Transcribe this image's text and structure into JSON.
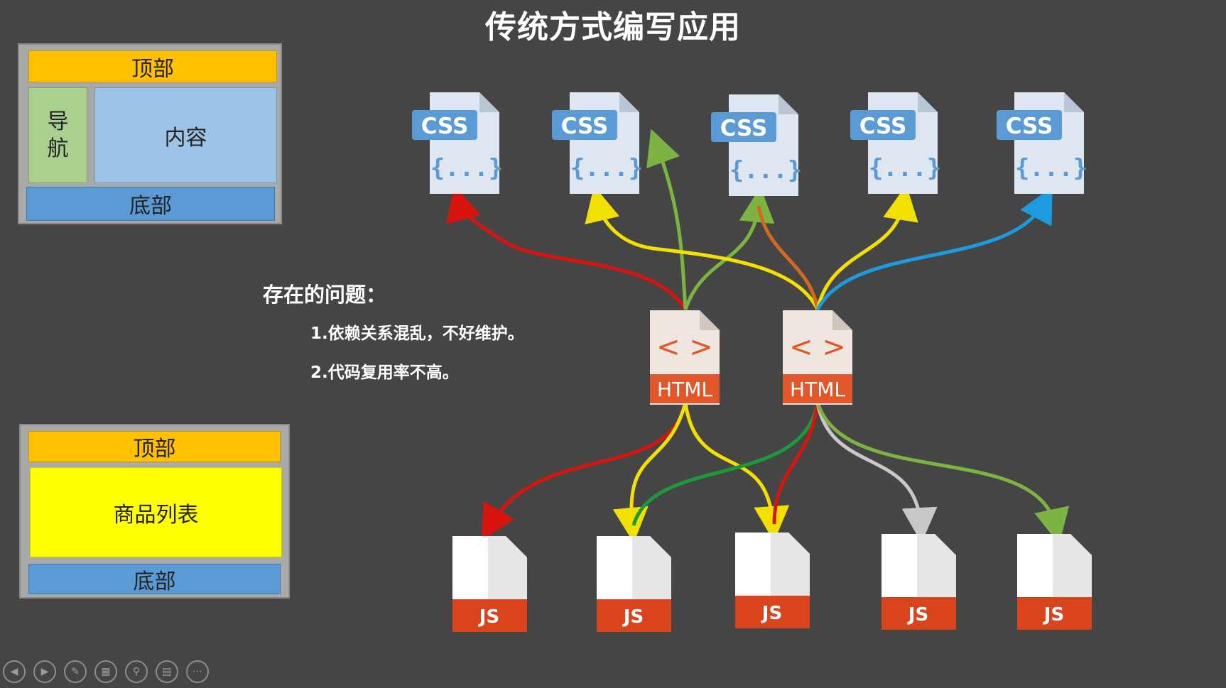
{
  "title": "传统方式编写应用",
  "layout1": {
    "top": "顶部",
    "nav_line1": "导",
    "nav_line2": "航",
    "content": "内容",
    "bottom": "底部"
  },
  "layout2": {
    "top": "顶部",
    "list": "商品列表",
    "bottom": "底部"
  },
  "problems": {
    "heading": "存在的问题：",
    "item1": "1.依赖关系混乱，不好维护。",
    "item2": "2.代码复用率不高。"
  },
  "css_files": [
    {
      "label": "CSS",
      "body": "{...}"
    },
    {
      "label": "CSS",
      "body": "{...}"
    },
    {
      "label": "CSS",
      "body": "{...}"
    },
    {
      "label": "CSS",
      "body": "{...}"
    },
    {
      "label": "CSS",
      "body": "{...}"
    }
  ],
  "html_files": [
    {
      "label": "HTML",
      "glyph": "< >"
    },
    {
      "label": "HTML",
      "glyph": "< >"
    }
  ],
  "js_files": [
    {
      "label": "JS"
    },
    {
      "label": "JS"
    },
    {
      "label": "JS"
    },
    {
      "label": "JS"
    },
    {
      "label": "JS"
    }
  ],
  "colors": {
    "background": "#454545",
    "css_page": "#dde6f1",
    "css_badge": "#5b9bd5",
    "html_badge": "#e2572a",
    "js_badge": "#d9441c",
    "red": "#d8140f",
    "yellow": "#f2e000",
    "green": "#7cb342",
    "dark_green": "#1a9a3a",
    "orange": "#d2691e",
    "blue": "#1e9bdf",
    "gray": "#c8c8c8"
  },
  "toolbar_icons": [
    "prev-icon",
    "next-icon",
    "pen-icon",
    "layout-icon",
    "zoom-icon",
    "screen-icon",
    "more-icon"
  ]
}
